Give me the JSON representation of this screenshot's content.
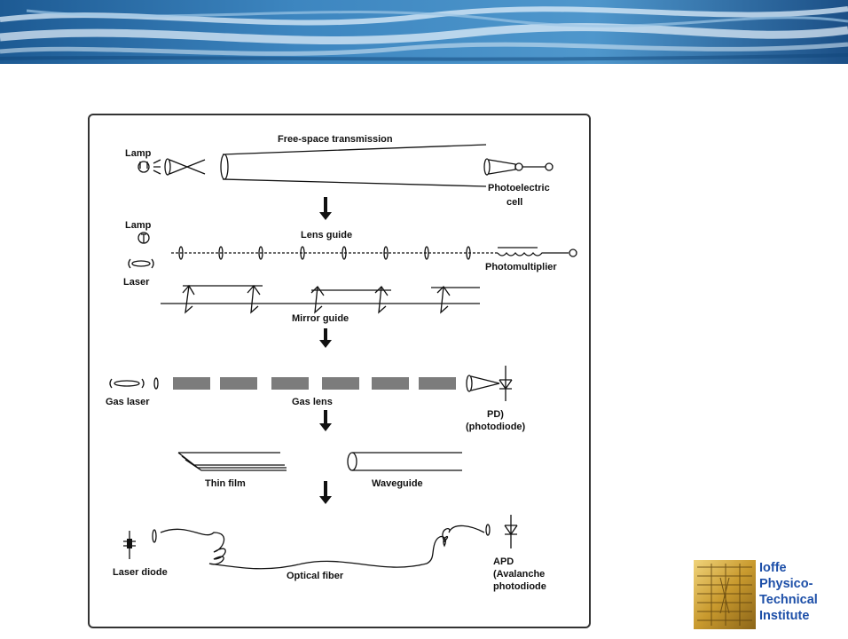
{
  "figure": {
    "labels": {
      "lamp_1": "Lamp",
      "free_space": "Free-space transmission",
      "photoelectric": "Photoelectric",
      "cell": "cell",
      "lamp_2": "Lamp",
      "lens_guide": "Lens guide",
      "laser": "Laser",
      "photomultiplier": "Photomultiplier",
      "mirror_guide": "Mirror guide",
      "gas_laser": "Gas laser",
      "gas_lens": "Gas lens",
      "pd": "PD)",
      "photodiode": "(photodiode)",
      "thin_film": "Thin film",
      "waveguide": "Waveguide",
      "laser_diode": "Laser diode",
      "optical_fiber": "Optical fiber",
      "apd": "APD",
      "avalanche": "(Avalanche",
      "avalanche_photodiode": "photodiode"
    }
  },
  "logo": {
    "line1": "Ioffe",
    "line2": "Physico-",
    "line3": "Technical",
    "line4": "Institute",
    "color": "#1d4fa8"
  },
  "banner": {
    "color_dark": "#1b4f86",
    "color_light": "#cfe3f2"
  }
}
